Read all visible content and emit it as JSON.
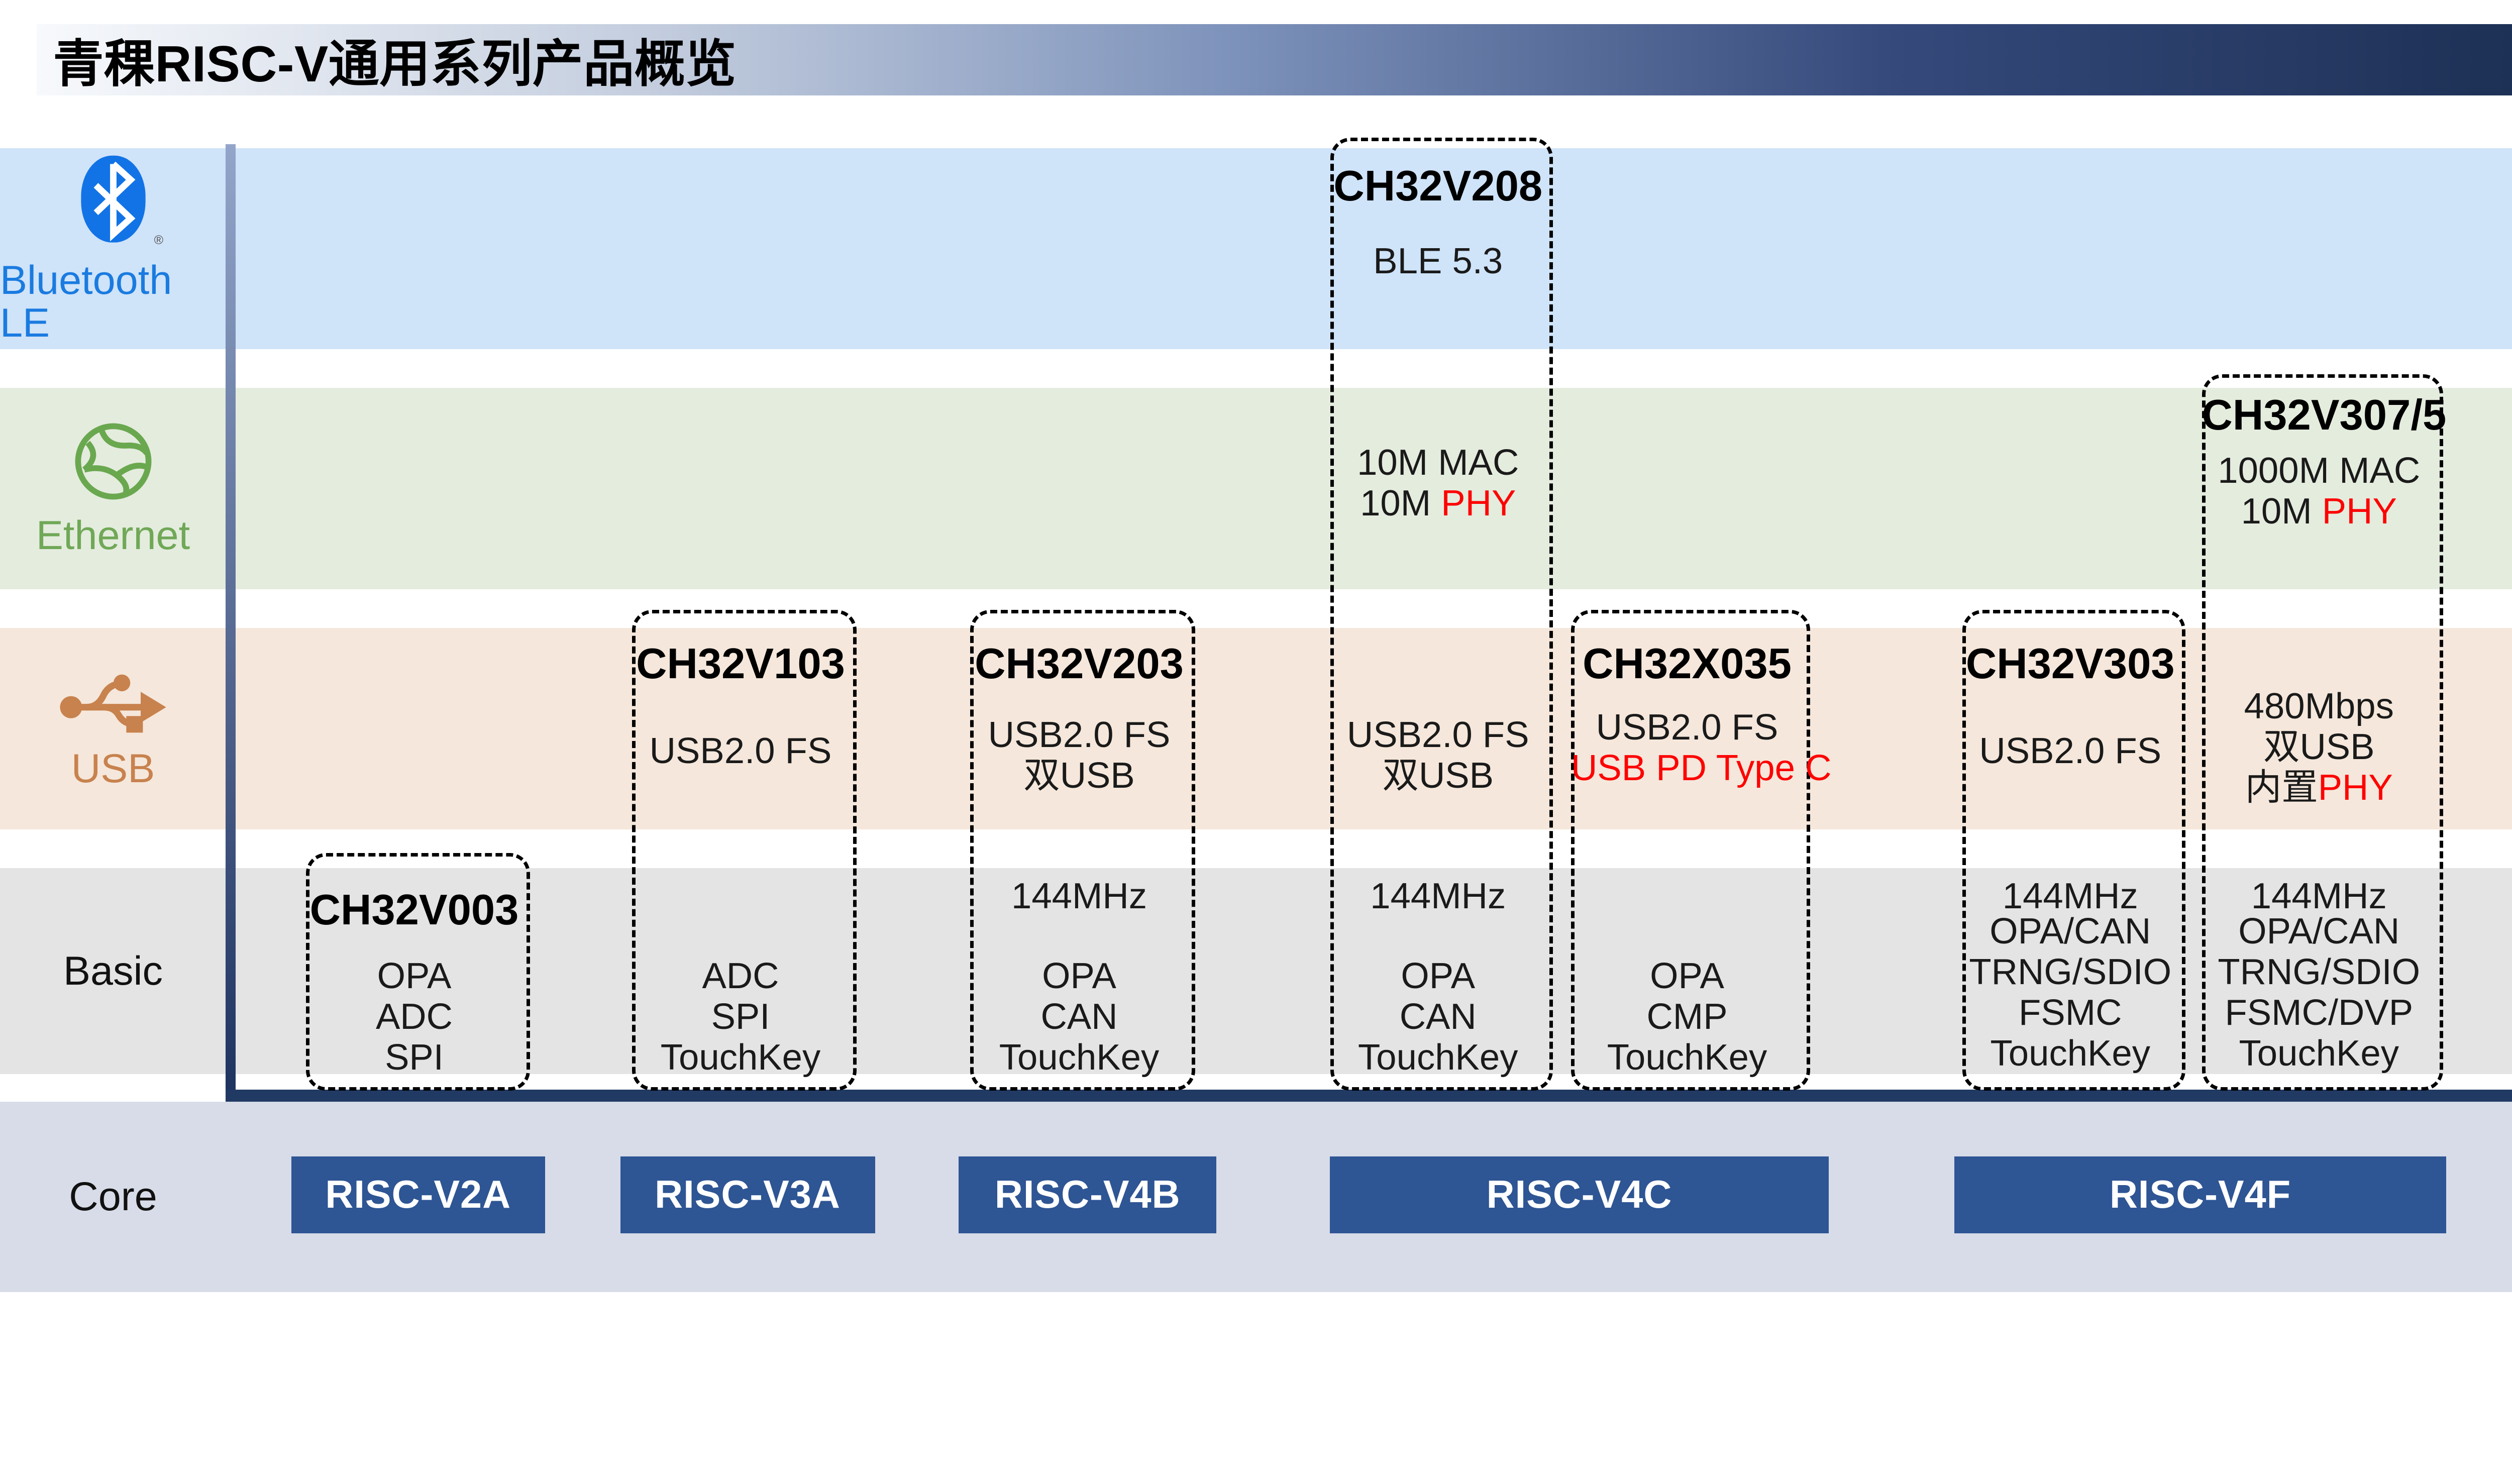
{
  "title": "青稞RISC-V通用系列产品概览",
  "legend_rows": {
    "bluetooth": {
      "label": "Bluetooth LE",
      "icon": "bluetooth-icon",
      "registered_mark": "®"
    },
    "ethernet": {
      "label": "Ethernet",
      "icon": "ethernet-globe-icon"
    },
    "usb": {
      "label": "USB",
      "icon": "usb-trident-icon"
    },
    "basic": {
      "label": "Basic"
    },
    "core": {
      "label": "Core"
    }
  },
  "products": {
    "v003": {
      "name": "CH32V003",
      "basic": [
        "OPA",
        "ADC",
        "SPI"
      ]
    },
    "v103": {
      "name": "CH32V103",
      "usb1": "USB2.0 FS",
      "basic": [
        "ADC",
        "SPI",
        "TouchKey"
      ]
    },
    "v203": {
      "name": "CH32V203",
      "usb1": "USB2.0 FS",
      "usb2": "双USB",
      "freq": "144MHz",
      "basic": [
        "OPA",
        "CAN",
        "TouchKey"
      ]
    },
    "v208": {
      "name": "CH32V208",
      "ble": "BLE 5.3",
      "eth1": "10M MAC",
      "eth2": "10M ",
      "eth2_red": "PHY",
      "usb1": "USB2.0 FS",
      "usb2": "双USB",
      "freq": "144MHz",
      "basic": [
        "OPA",
        "CAN",
        "TouchKey"
      ]
    },
    "x035": {
      "name": "CH32X035",
      "usb1": "USB2.0 FS",
      "usb2_red": "USB PD Type C",
      "basic": [
        "OPA",
        "CMP",
        "TouchKey"
      ]
    },
    "v303": {
      "name": "CH32V303",
      "usb1": "USB2.0 FS",
      "freq": "144MHz",
      "basic": [
        "OPA/CAN",
        "TRNG/SDIO",
        "FSMC",
        "TouchKey"
      ]
    },
    "v307": {
      "name": "CH32V307/5",
      "eth1": "1000M MAC",
      "eth2": "10M ",
      "eth2_red": "PHY",
      "usb1": "480Mbps",
      "usb2": "双USB",
      "usb3": "内置",
      "usb3_red": "PHY",
      "freq": "144MHz",
      "basic": [
        "OPA/CAN",
        "TRNG/SDIO",
        "FSMC/DVP",
        "TouchKey"
      ]
    }
  },
  "cores": {
    "v2a": "RISC-V2A",
    "v3a": "RISC-V3A",
    "v4b": "RISC-V4B",
    "v4c": "RISC-V4C",
    "v4f": "RISC-V4F"
  },
  "colors": {
    "title_bar_dark": "#1d3156",
    "band_bluetooth": "#cfe3f9",
    "band_ethernet": "#e4ecde",
    "band_usb": "#f5e7db",
    "band_basic": "#e4e4e5",
    "band_core": "#d7dce8",
    "accent_bluetooth": "#1a7be0",
    "accent_ethernet": "#70a857",
    "accent_usb": "#c8824e",
    "axis_navy": "#213a64",
    "core_button": "#2e5594",
    "highlight_red": "#fe0000"
  }
}
